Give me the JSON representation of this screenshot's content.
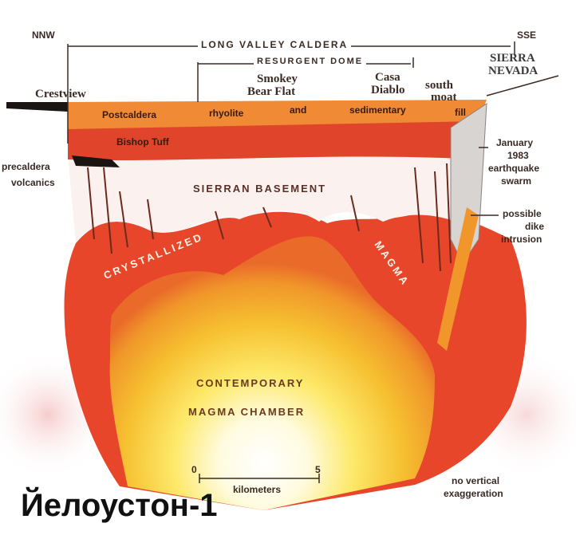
{
  "diagram": {
    "directions": {
      "left": "NNW",
      "right": "SSE"
    },
    "caldera_label": "LONG VALLEY CALDERA",
    "dome_label": "RESURGENT DOME",
    "places": {
      "crestview": "Crestview",
      "smokey_1": "Smokey",
      "smokey_2": "Bear Flat",
      "casa_1": "Casa",
      "casa_2": "Diablo",
      "south_1": "south",
      "south_2": "moat",
      "sierra_1": "SIERRA",
      "sierra_2": "NEVADA"
    },
    "layers": {
      "postcaldera": "Postcaldera",
      "rhyolite": "rhyolite",
      "and": "and",
      "sedimentary": "sedimentary",
      "fill": "fill",
      "bishop_tuff": "Bishop Tuff",
      "precaldera_1": "precaldera",
      "precaldera_2": "volcanics",
      "basement": "SIERRAN BASEMENT",
      "crystallized": "CRYSTALLIZED",
      "magma": "MAGMA",
      "chamber_1": "CONTEMPORARY",
      "chamber_2": "MAGMA CHAMBER"
    },
    "annotations": {
      "swarm_1": "January",
      "swarm_2": "1983",
      "swarm_3": "earthquake",
      "swarm_4": "swarm",
      "dike_1": "possible",
      "dike_2": "dike",
      "dike_3": "intrusion",
      "exag_1": "no vertical",
      "exag_2": "exaggeration"
    },
    "scale": {
      "min": "0",
      "max": "5",
      "unit": "kilometers"
    }
  },
  "title": "Йелоустон-1"
}
